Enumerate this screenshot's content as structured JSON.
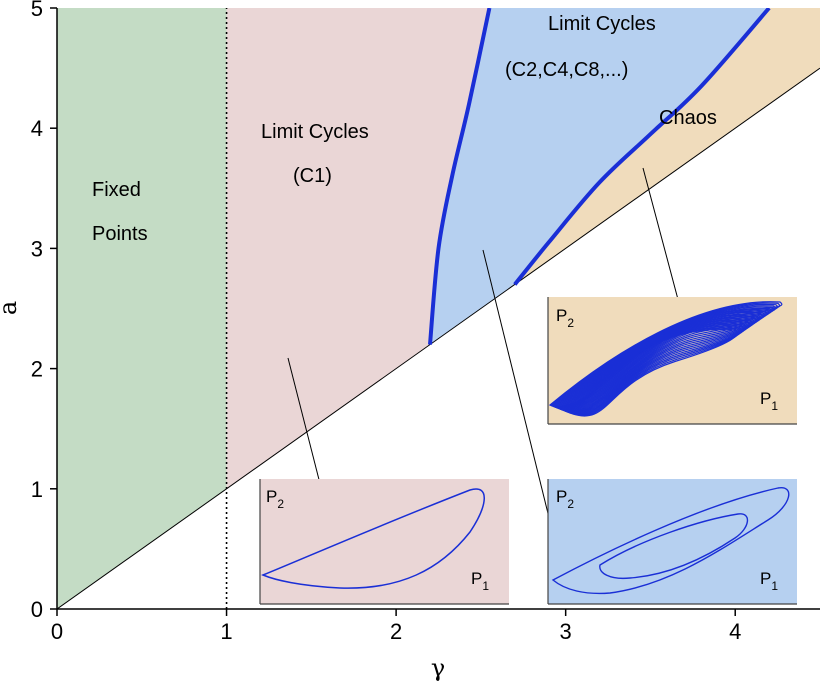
{
  "chart_data": {
    "type": "area",
    "title": "",
    "xlabel": "γ",
    "ylabel": "a",
    "xlim": [
      0,
      4.5
    ],
    "ylim": [
      0,
      5
    ],
    "x_ticks": [
      0,
      1,
      2,
      3,
      4
    ],
    "y_ticks": [
      0,
      1,
      2,
      3,
      4,
      5
    ],
    "grid": false,
    "boundaries": {
      "diagonal": [
        [
          0,
          0
        ],
        [
          4.5,
          4.5
        ]
      ],
      "vertical_dotted_gamma": 1,
      "curve_c1_c2": [
        [
          2.2,
          2.2
        ],
        [
          2.25,
          3.0
        ],
        [
          2.33,
          3.6
        ],
        [
          2.43,
          4.2
        ],
        [
          2.55,
          5.0
        ]
      ],
      "curve_c_chaos": [
        [
          2.7,
          2.7
        ],
        [
          2.9,
          3.05
        ],
        [
          3.2,
          3.55
        ],
        [
          3.5,
          3.95
        ],
        [
          3.8,
          4.35
        ],
        [
          4.2,
          5.0
        ]
      ]
    },
    "regions": [
      {
        "name": "Fixed Points",
        "lines": [
          "Fixed",
          "Points"
        ],
        "color": "#c4dcc5"
      },
      {
        "name": "Limit Cycles (C1)",
        "lines": [
          "Limit Cycles",
          "(C1)"
        ],
        "color": "#ead6d6"
      },
      {
        "name": "Limit Cycles (C2,C4,C8,...)",
        "lines": [
          "Limit Cycles",
          "(C2,C4,C8,...)"
        ],
        "color": "#b6d0f0"
      },
      {
        "name": "Chaos",
        "lines": [
          "Chaos"
        ],
        "color": "#f0dcbc"
      }
    ],
    "insets": [
      {
        "region": "Limit Cycles (C1)",
        "ylabel": "P",
        "ysub": "2",
        "xlabel": "P",
        "xsub": "1",
        "color": "#ead6d6"
      },
      {
        "region": "Limit Cycles (C2,C4,C8,...)",
        "ylabel": "P",
        "ysub": "2",
        "xlabel": "P",
        "xsub": "1",
        "color": "#b6d0f0"
      },
      {
        "region": "Chaos",
        "ylabel": "P",
        "ysub": "2",
        "xlabel": "P",
        "xsub": "1",
        "color": "#f0dcbc"
      }
    ],
    "boundary_color": "#1a2fd6",
    "orbit_color": "#1a2fd6"
  }
}
